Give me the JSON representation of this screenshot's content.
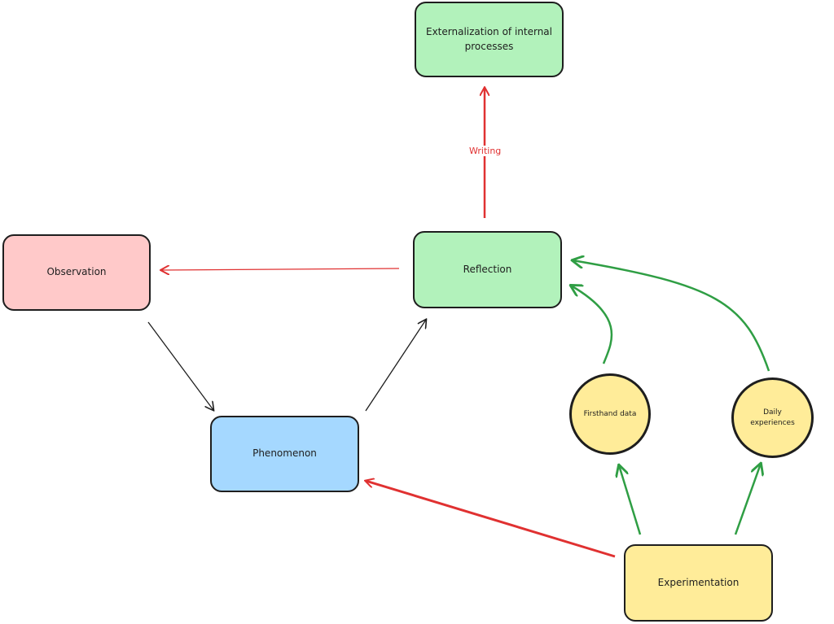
{
  "nodes": {
    "externalization": {
      "label": "Externalization of internal processes",
      "color": "#b2f2bb"
    },
    "observation": {
      "label": "Observation",
      "color": "#ffc9c9"
    },
    "reflection": {
      "label": "Reflection",
      "color": "#b2f2bb"
    },
    "phenomenon": {
      "label": "Phenomenon",
      "color": "#a5d8ff"
    },
    "firsthand_data": {
      "label": "Firsthand data",
      "color": "#ffec99"
    },
    "daily_experiences": {
      "label": "Daily experiences",
      "color": "#ffec99"
    },
    "experimentation": {
      "label": "Experimentation",
      "color": "#ffec99"
    }
  },
  "edges": {
    "reflection_to_externalization": {
      "label": "Writing",
      "color": "#e03131"
    }
  },
  "colors": {
    "red_arrow": "#e03131",
    "green_arrow": "#2f9e44",
    "black_arrow": "#1e1e1e"
  }
}
